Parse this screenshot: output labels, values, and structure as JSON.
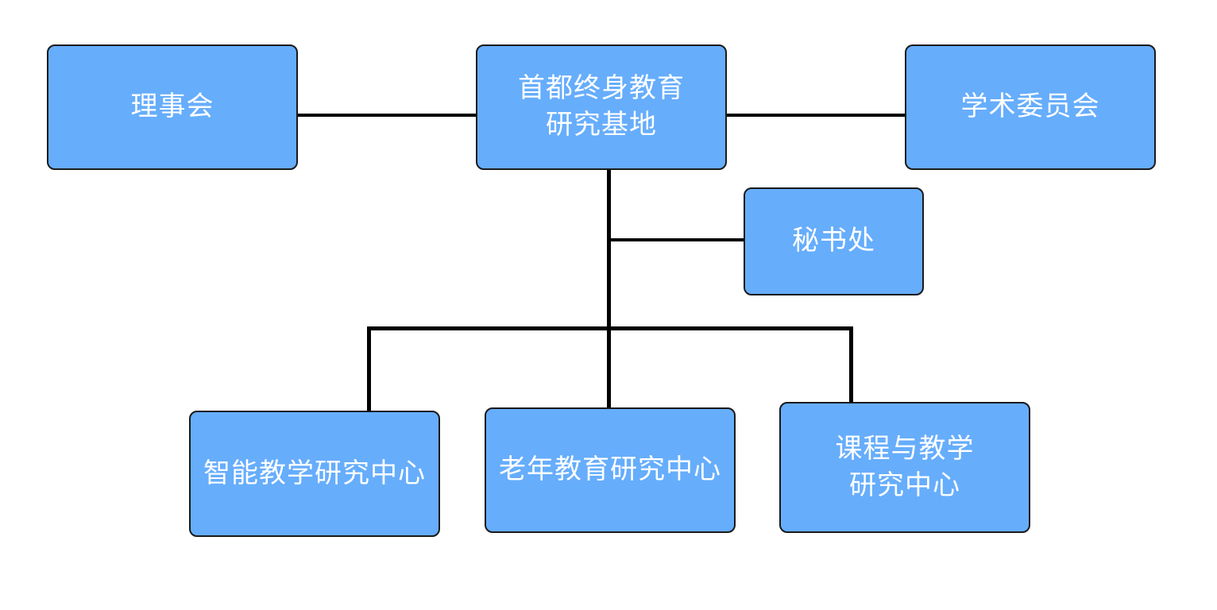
{
  "colors": {
    "box_fill": "#66adfc",
    "box_border": "#1a1a1a",
    "box_text": "#ffffff",
    "connector": "#000000",
    "background": "#ffffff"
  },
  "nodes": {
    "base": {
      "line1": "首都终身教育",
      "line2": "研究基地"
    },
    "council": {
      "label": "理事会"
    },
    "academic": {
      "label": "学术委员会"
    },
    "secretariat": {
      "label": "秘书处"
    },
    "smart": {
      "label": "智能教学研究中心"
    },
    "elderly": {
      "label": "老年教育研究中心"
    },
    "curriculum": {
      "line1": "课程与教学",
      "line2": "研究中心"
    }
  }
}
